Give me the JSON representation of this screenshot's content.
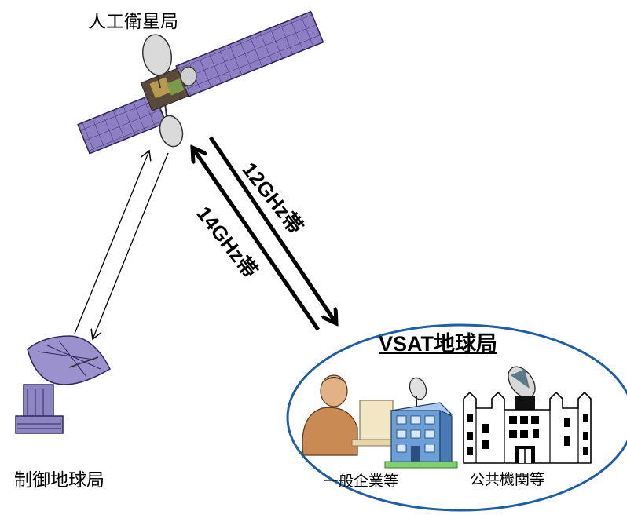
{
  "labels": {
    "satellite": "人工衛星局",
    "control_station": "制御地球局",
    "vsat": "VSAT地球局",
    "enterprise": "一般企業等",
    "public": "公共機関等"
  },
  "links": {
    "downlink": "12GHz帯",
    "uplink": "14GHz帯"
  },
  "colors": {
    "satellite_panel": "#8e7fc4",
    "satellite_grid": "#3d3470",
    "dish": "#d9d9d9",
    "ellipse": "#1f5fa8",
    "ctrl_station": "#8d84c2",
    "office_worker": "#c98a53",
    "building_blue": "#6c9fd8",
    "building_green": "#7fd070"
  }
}
